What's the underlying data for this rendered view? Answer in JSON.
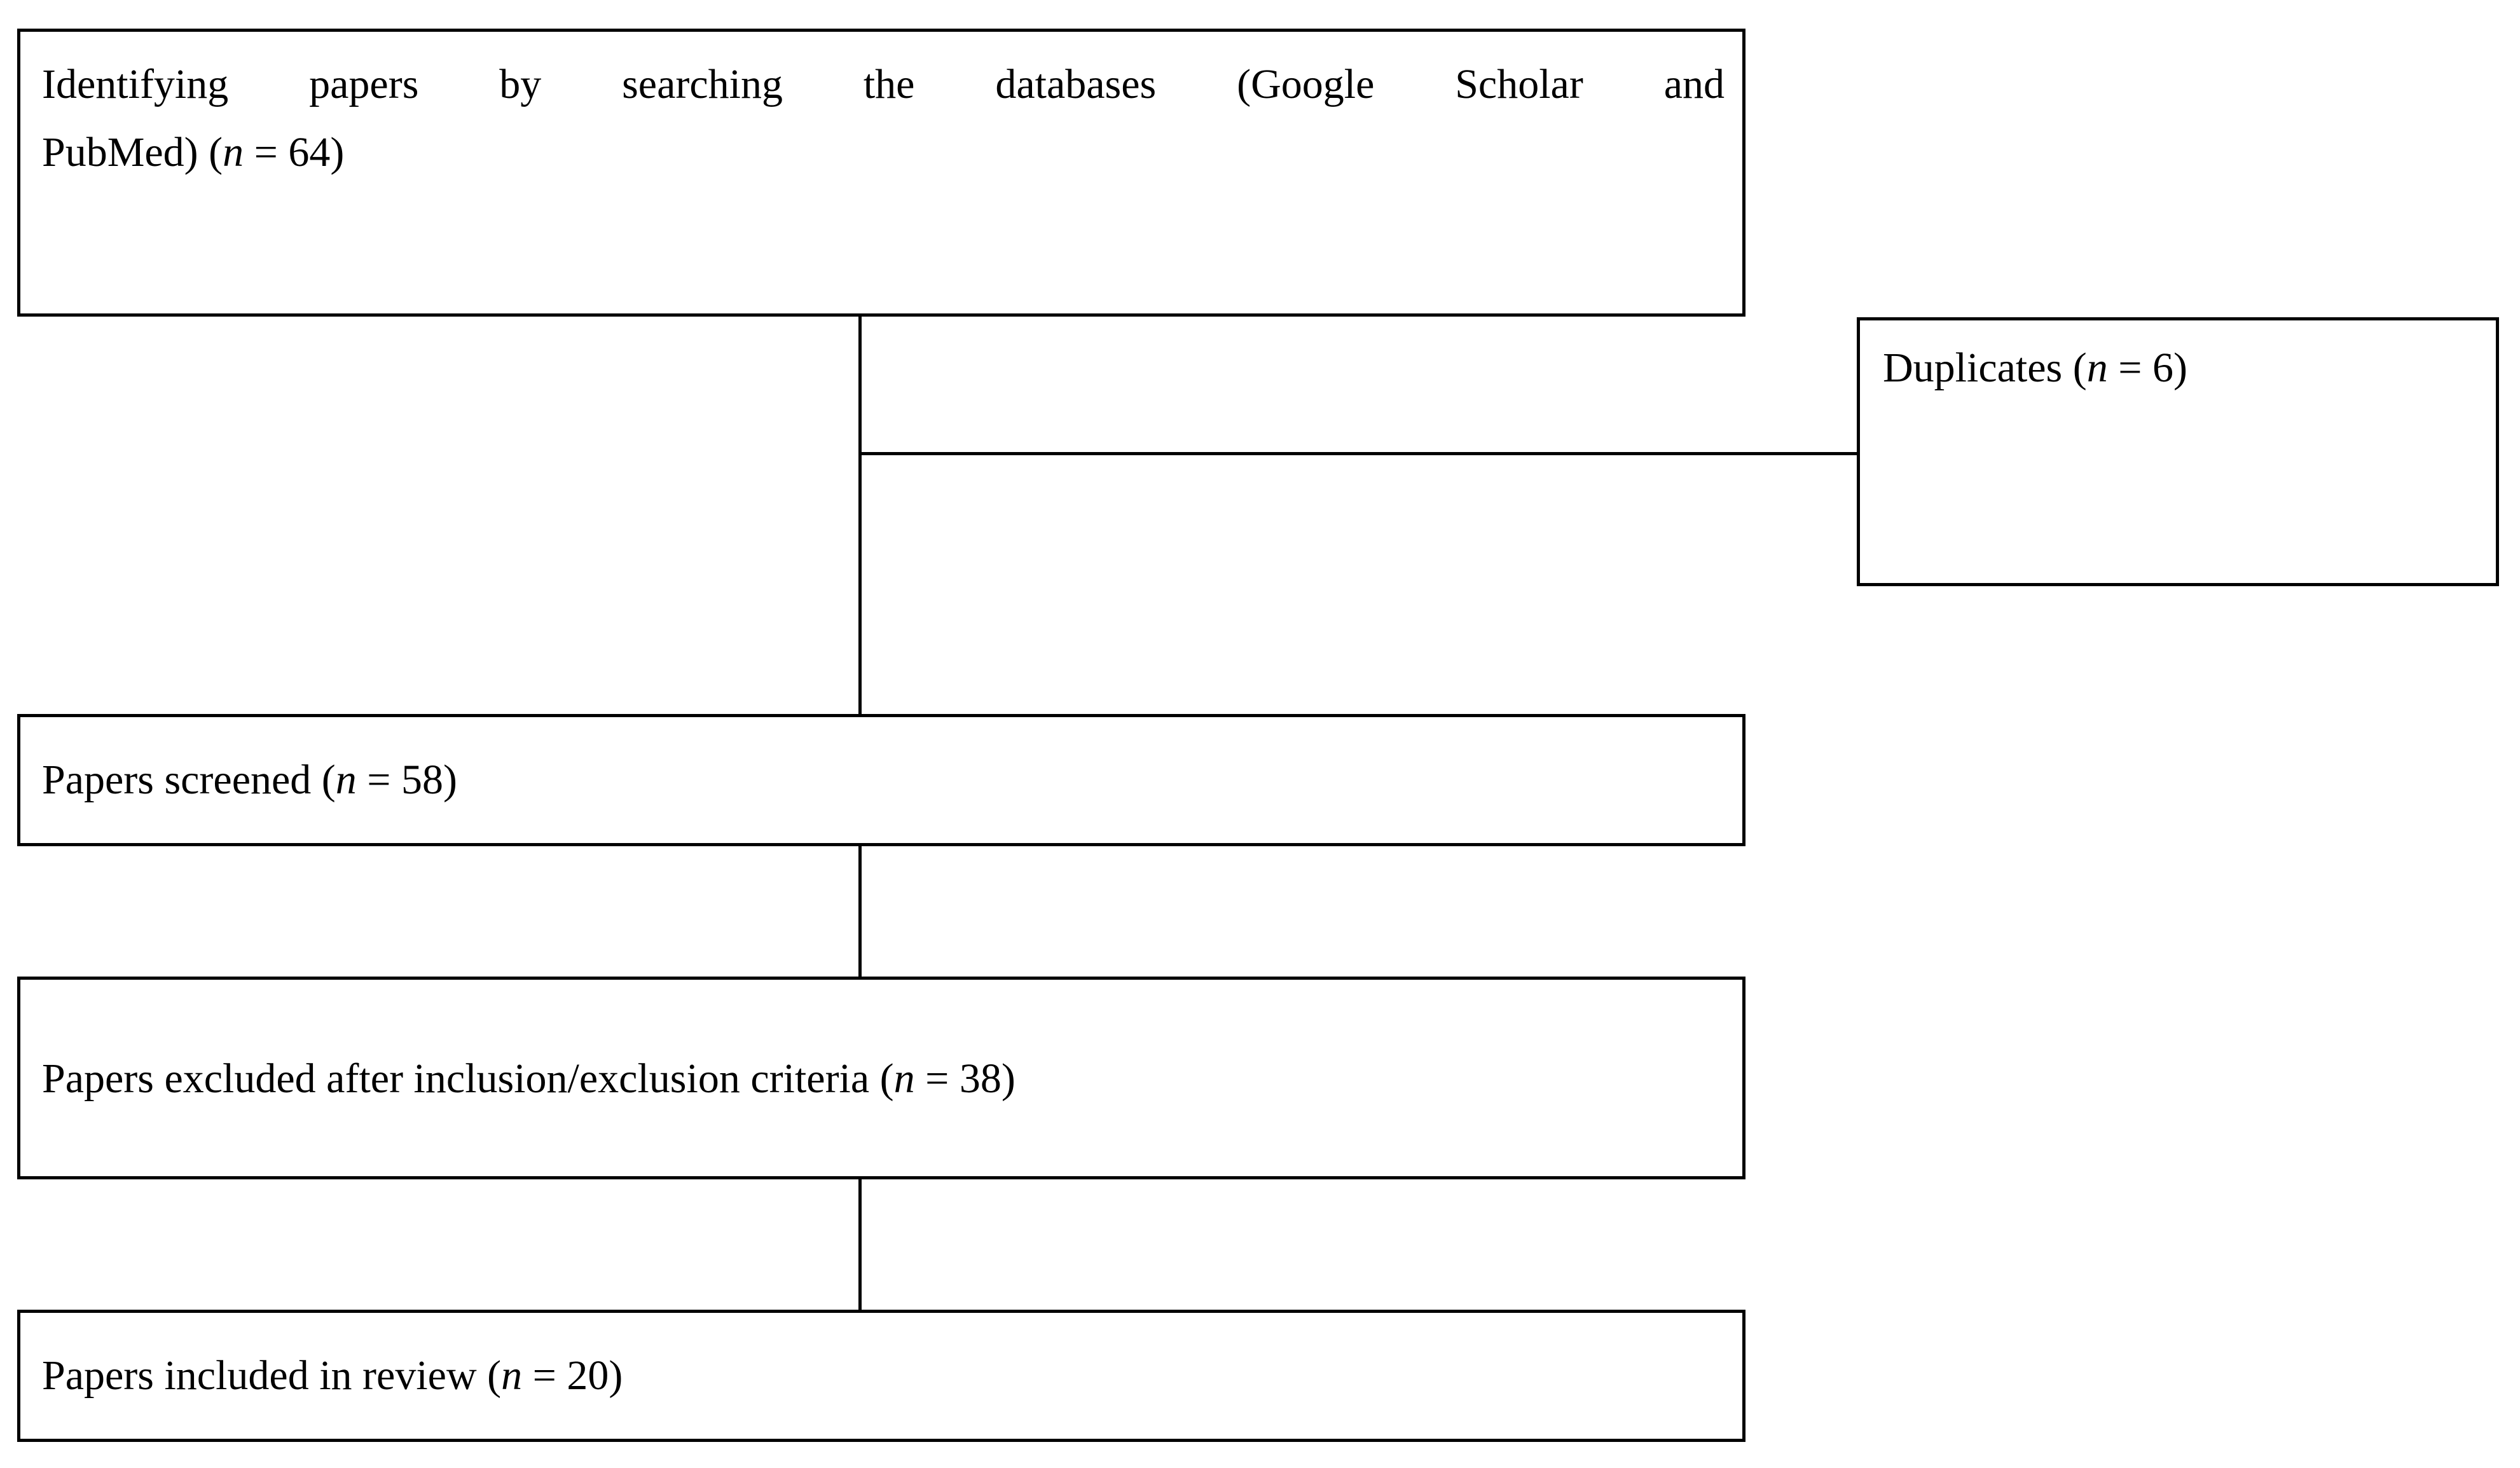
{
  "diagram": {
    "type": "prisma-flow-diagram",
    "title": "",
    "colors": {
      "background": "#ffffff",
      "border": "#000000",
      "text": "#000000",
      "connector": "#000000"
    },
    "nodes": [
      {
        "id": "identifying",
        "name": "identifying-papers-box",
        "line1": "Identifying papers by searching the databases (Google Scholar and",
        "line2_prefix": "PubMed) (",
        "line2_italic": "n",
        "line2_suffix": " = 64)",
        "full_text": "Identifying papers by searching the databases (Google Scholar and PubMed) (n = 64)",
        "count": 64
      },
      {
        "id": "duplicates",
        "name": "duplicates-box",
        "prefix": "Duplicates (",
        "italic": "n",
        "suffix": " = 6)",
        "full_text": "Duplicates (n = 6)",
        "count": 6
      },
      {
        "id": "screened",
        "name": "papers-screened-box",
        "prefix": "Papers screened (",
        "italic": "n",
        "suffix": " = 58)",
        "full_text": "Papers screened (n = 58)",
        "count": 58
      },
      {
        "id": "excluded",
        "name": "papers-excluded-box",
        "prefix": "Papers excluded after inclusion/exclusion criteria (",
        "italic": "n",
        "suffix": " = 38)",
        "full_text": "Papers excluded after inclusion/exclusion criteria (n = 38)",
        "count": 38
      },
      {
        "id": "included",
        "name": "papers-included-box",
        "prefix": "Papers included in review (",
        "italic": "n",
        "suffix": " = 20)",
        "full_text": "Papers included in review (n = 20)",
        "count": 20
      }
    ],
    "edges": [
      {
        "from": "identifying",
        "to": "duplicates",
        "style": "orthogonal-branch-right"
      },
      {
        "from": "identifying",
        "to": "screened",
        "style": "vertical"
      },
      {
        "from": "screened",
        "to": "excluded",
        "style": "vertical"
      },
      {
        "from": "excluded",
        "to": "included",
        "style": "vertical"
      }
    ]
  }
}
